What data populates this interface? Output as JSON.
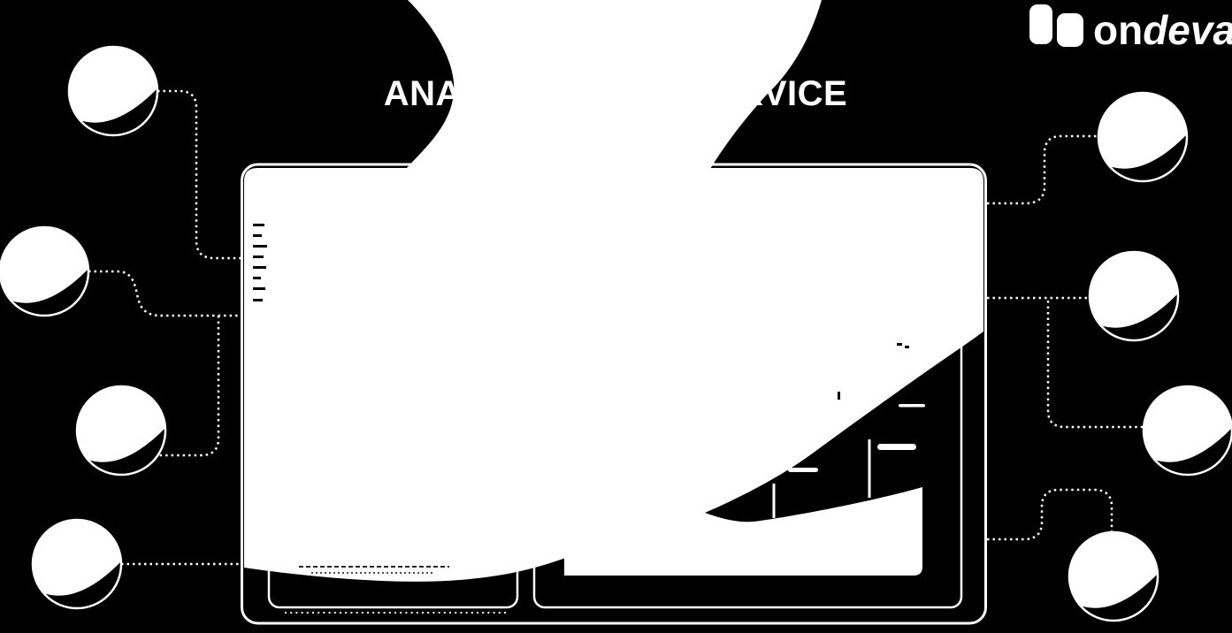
{
  "page": {
    "title": "ANALYTICS AS A SERVICE",
    "background_color": "#000000",
    "foreground_color": "#ffffff"
  },
  "brand": {
    "logo_text_regular": "on",
    "logo_text_italic": "deva",
    "logo_mark": "two-rounded-bars-icon"
  },
  "diagram": {
    "central_window": "browser-dashboard-mockup",
    "highlight_shape": "large-white-blob-circle",
    "left_node_count": 4,
    "right_node_count": 4,
    "node_style": "sphere-with-wave-crescent",
    "connector_style": "dotted-line",
    "panels": {
      "left_panel": "card-mockup",
      "right_panel": "area-chart-mockup"
    }
  }
}
